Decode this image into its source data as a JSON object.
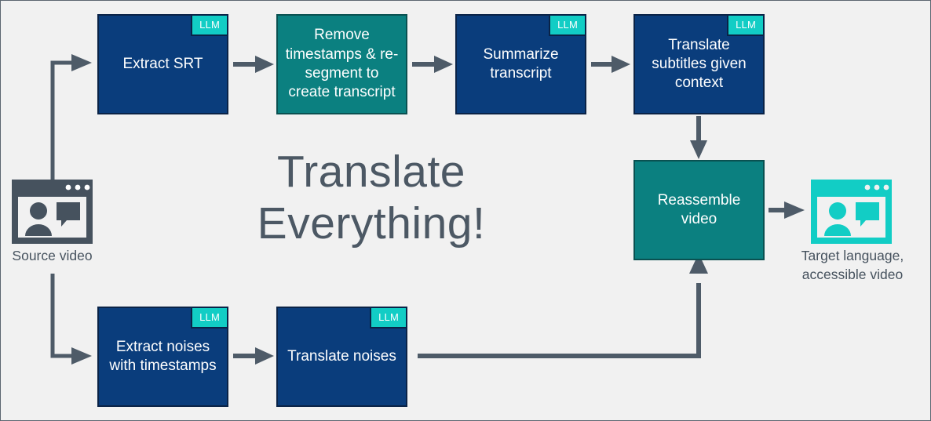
{
  "headline": "Translate\nEverything!",
  "colors": {
    "background": "#f1f1f1",
    "frame_border": "#5c6670",
    "blue_box": "#0a3d7c",
    "teal_box": "#0b8080",
    "llm_badge": "#12cdc5",
    "arrow": "#4e5b68",
    "headline_text": "#4c5864",
    "caption_text": "#46525e",
    "source_icon": "#46525e",
    "target_icon": "#12cdc5"
  },
  "badge_label": "LLM",
  "endpoints": [
    {
      "id": "source-video",
      "icon_name": "video-window-icon",
      "caption": "Source video",
      "color": "#46525e"
    },
    {
      "id": "target-video",
      "icon_name": "video-window-icon",
      "caption": "Target language,\naccessible video",
      "color": "#12cdc5"
    }
  ],
  "nodes": [
    {
      "id": "extract-srt",
      "label": "Extract SRT",
      "style": "blue",
      "llm": true,
      "row": "top"
    },
    {
      "id": "remove-timestamps",
      "label": "Remove\ntimestamps &\nre-segment to\ncreate transcript",
      "style": "teal",
      "llm": false,
      "row": "top"
    },
    {
      "id": "summarize",
      "label": "Summarize\ntranscript",
      "style": "blue",
      "llm": true,
      "row": "top"
    },
    {
      "id": "translate-subtitles",
      "label": "Translate\nsubtitles given\ncontext",
      "style": "blue",
      "llm": true,
      "row": "top"
    },
    {
      "id": "reassemble",
      "label": "Reassemble\nvideo",
      "style": "teal",
      "llm": false,
      "row": "right"
    },
    {
      "id": "extract-noises",
      "label": "Extract noises\nwith\ntimestamps",
      "style": "blue",
      "llm": true,
      "row": "bottom"
    },
    {
      "id": "translate-noises",
      "label": "Translate\nnoises",
      "style": "blue",
      "llm": true,
      "row": "bottom"
    }
  ],
  "edges": [
    {
      "from": "source-video",
      "to": "extract-srt"
    },
    {
      "from": "extract-srt",
      "to": "remove-timestamps"
    },
    {
      "from": "remove-timestamps",
      "to": "summarize"
    },
    {
      "from": "summarize",
      "to": "translate-subtitles"
    },
    {
      "from": "translate-subtitles",
      "to": "reassemble"
    },
    {
      "from": "reassemble",
      "to": "target-video"
    },
    {
      "from": "source-video",
      "to": "extract-noises"
    },
    {
      "from": "extract-noises",
      "to": "translate-noises"
    },
    {
      "from": "translate-noises",
      "to": "reassemble"
    }
  ]
}
